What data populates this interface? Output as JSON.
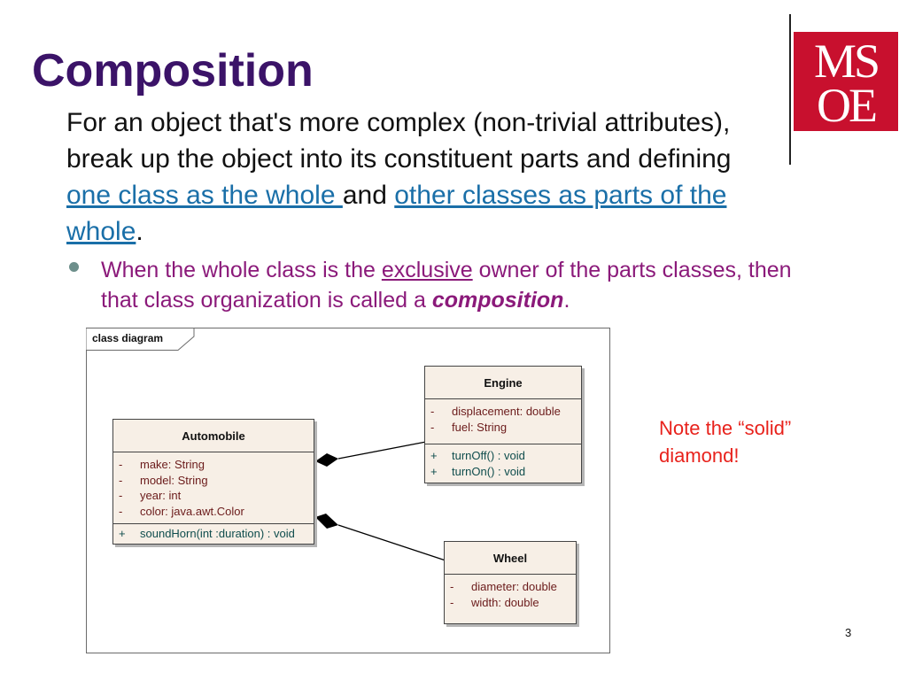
{
  "slide": {
    "title": "Composition",
    "body_part1": "For an object that's more complex (non-trivial attributes), break up the object into its constituent parts and defining ",
    "link1": "one class as the whole ",
    "body_part2": "and ",
    "link2": "other classes as parts of the whole",
    "body_end": ".",
    "bullet_part1": "When the whole class is the ",
    "bullet_underlined": "exclusive",
    "bullet_part2": " owner of the parts classes, then that class organization is called a ",
    "bullet_bold": "composition",
    "bullet_end": ".",
    "note": "Note the “solid” diamond!",
    "page_number": "3"
  },
  "logo": {
    "line1": "MS",
    "line2": "OE",
    "color": "#c8102e"
  },
  "diagram": {
    "frame_label": "class diagram",
    "classes": {
      "automobile": {
        "name": "Automobile",
        "attributes": [
          {
            "vis": "-",
            "text": "make:  String"
          },
          {
            "vis": "-",
            "text": "model:  String"
          },
          {
            "vis": "-",
            "text": "year:  int"
          },
          {
            "vis": "-",
            "text": "color:  java.awt.Color"
          }
        ],
        "operations": [
          {
            "vis": "+",
            "text": "soundHorn(int :duration) : void"
          }
        ]
      },
      "engine": {
        "name": "Engine",
        "attributes": [
          {
            "vis": "-",
            "text": "displacement:  double"
          },
          {
            "vis": "-",
            "text": "fuel:  String"
          }
        ],
        "operations": [
          {
            "vis": "+",
            "text": "turnOff() : void"
          },
          {
            "vis": "+",
            "text": "turnOn() : void"
          }
        ]
      },
      "wheel": {
        "name": "Wheel",
        "attributes": [
          {
            "vis": "-",
            "text": "diameter:  double"
          },
          {
            "vis": "-",
            "text": "width:  double"
          }
        ]
      }
    }
  }
}
